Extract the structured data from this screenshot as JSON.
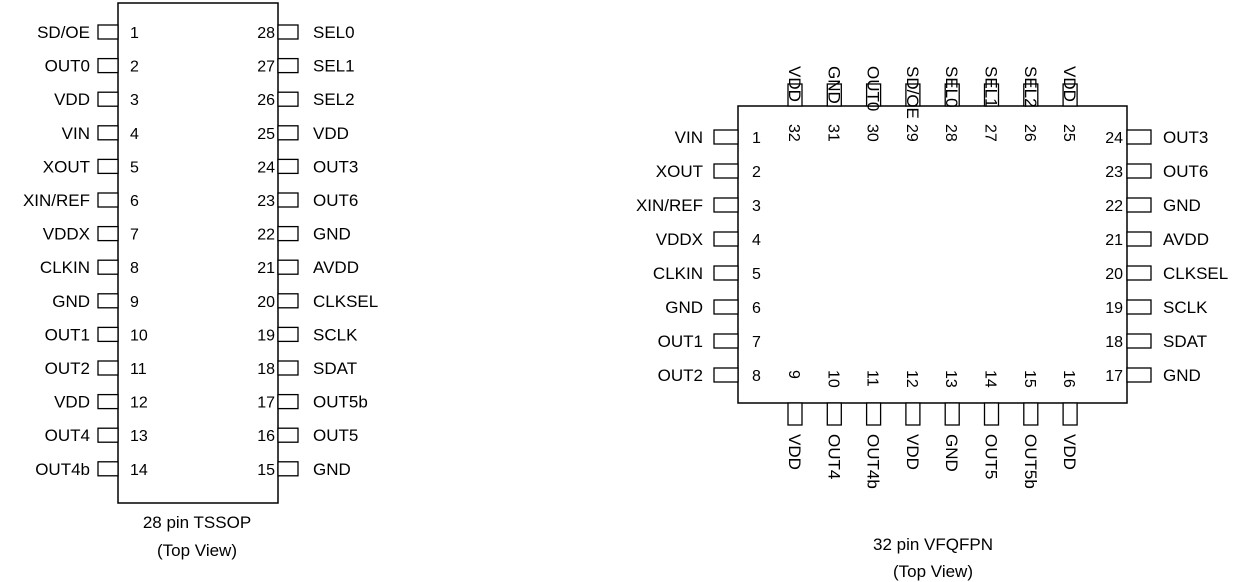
{
  "tssop": {
    "caption_line1": "28 pin TSSOP",
    "caption_line2": "(Top View)",
    "left_pins": [
      {
        "num": "1",
        "name": "SD/OE"
      },
      {
        "num": "2",
        "name": "OUT0"
      },
      {
        "num": "3",
        "name": "VDD"
      },
      {
        "num": "4",
        "name": "VIN"
      },
      {
        "num": "5",
        "name": "XOUT"
      },
      {
        "num": "6",
        "name": "XIN/REF"
      },
      {
        "num": "7",
        "name": "VDDX"
      },
      {
        "num": "8",
        "name": "CLKIN"
      },
      {
        "num": "9",
        "name": "GND"
      },
      {
        "num": "10",
        "name": "OUT1"
      },
      {
        "num": "11",
        "name": "OUT2"
      },
      {
        "num": "12",
        "name": "VDD"
      },
      {
        "num": "13",
        "name": "OUT4"
      },
      {
        "num": "14",
        "name": "OUT4b"
      }
    ],
    "right_pins": [
      {
        "num": "28",
        "name": "SEL0"
      },
      {
        "num": "27",
        "name": "SEL1"
      },
      {
        "num": "26",
        "name": "SEL2"
      },
      {
        "num": "25",
        "name": "VDD"
      },
      {
        "num": "24",
        "name": "OUT3"
      },
      {
        "num": "23",
        "name": "OUT6"
      },
      {
        "num": "22",
        "name": "GND"
      },
      {
        "num": "21",
        "name": "AVDD"
      },
      {
        "num": "20",
        "name": "CLKSEL"
      },
      {
        "num": "19",
        "name": "SCLK"
      },
      {
        "num": "18",
        "name": "SDAT"
      },
      {
        "num": "17",
        "name": "OUT5b"
      },
      {
        "num": "16",
        "name": "OUT5"
      },
      {
        "num": "15",
        "name": "GND"
      }
    ]
  },
  "vfqfpn": {
    "caption_line1": "32 pin VFQFPN",
    "caption_line2": "(Top View)",
    "top_pins": [
      {
        "num": "32",
        "name": "VDD"
      },
      {
        "num": "31",
        "name": "GND"
      },
      {
        "num": "30",
        "name": "OUT0"
      },
      {
        "num": "29",
        "name": "SD/OE"
      },
      {
        "num": "28",
        "name": "SEL0"
      },
      {
        "num": "27",
        "name": "SEL1"
      },
      {
        "num": "26",
        "name": "SEL2"
      },
      {
        "num": "25",
        "name": "VDD"
      }
    ],
    "left_pins": [
      {
        "num": "1",
        "name": "VIN"
      },
      {
        "num": "2",
        "name": "XOUT"
      },
      {
        "num": "3",
        "name": "XIN/REF"
      },
      {
        "num": "4",
        "name": "VDDX"
      },
      {
        "num": "5",
        "name": "CLKIN"
      },
      {
        "num": "6",
        "name": "GND"
      },
      {
        "num": "7",
        "name": "OUT1"
      },
      {
        "num": "8",
        "name": "OUT2"
      }
    ],
    "right_pins": [
      {
        "num": "24",
        "name": "OUT3"
      },
      {
        "num": "23",
        "name": "OUT6"
      },
      {
        "num": "22",
        "name": "GND"
      },
      {
        "num": "21",
        "name": "AVDD"
      },
      {
        "num": "20",
        "name": "CLKSEL"
      },
      {
        "num": "19",
        "name": "SCLK"
      },
      {
        "num": "18",
        "name": "SDAT"
      },
      {
        "num": "17",
        "name": "GND"
      }
    ],
    "bottom_pins": [
      {
        "num": "9",
        "name": "VDD"
      },
      {
        "num": "10",
        "name": "OUT4"
      },
      {
        "num": "11",
        "name": "OUT4b"
      },
      {
        "num": "12",
        "name": "VDD"
      },
      {
        "num": "13",
        "name": "GND"
      },
      {
        "num": "14",
        "name": "OUT5"
      },
      {
        "num": "15",
        "name": "OUT5b"
      },
      {
        "num": "16",
        "name": "VDD"
      }
    ]
  }
}
